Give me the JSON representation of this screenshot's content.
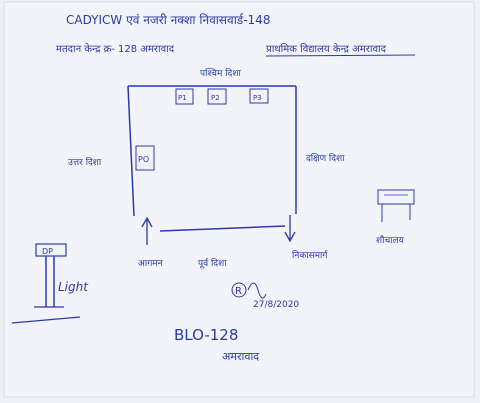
{
  "header": {
    "line1": "CADYICW एवं नजरी नक्शा निवासवार्ड-148",
    "line2_left": "मतदान केन्द्र क्र- 128 अमरावाद",
    "line2_right": "प्राथमिक विद्यालय केन्द्र अमरावाद"
  },
  "map": {
    "top_label": "पश्चिम दिशा",
    "room_boxes": [
      "P1",
      "P2",
      "P3"
    ],
    "left_label": "उत्तर दिशा",
    "left_box": "PO",
    "right_label": "दक्षिण दिशा",
    "entry_label": "आगमन",
    "bottom_label": "पूर्व दिशा",
    "exit_label": "निकासमार्ग",
    "side_symbol_label": "शौचालय",
    "light_box": "DP",
    "light_label": "Light"
  },
  "signature": {
    "initials": "R",
    "date": "27/8/2020"
  },
  "footer": {
    "code": "BLO-128",
    "place": "अमरावाद"
  },
  "colors": {
    "ink": "#2c3aa8",
    "paper": "#eef0f6"
  }
}
